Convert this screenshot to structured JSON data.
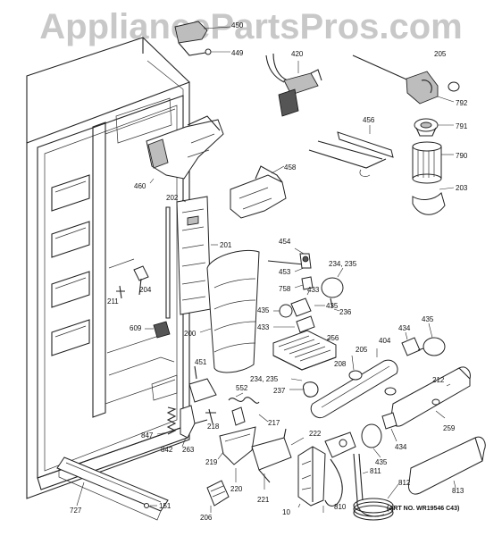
{
  "watermark": "AppliancePartsPros.com",
  "art_number": "(ART NO. WR19546 C43)",
  "labels": {
    "p450": "450",
    "p449": "449",
    "p420": "420",
    "p205a": "205",
    "p792": "792",
    "p791": "791",
    "p790": "790",
    "p203": "203",
    "p456": "456",
    "p458": "458",
    "p460": "460",
    "p202": "202",
    "p201": "201",
    "p454": "454",
    "p453": "453",
    "p758": "758",
    "p234a": "234, 235",
    "p433a": "433",
    "p236": "236",
    "p435a": "435",
    "p435b": "435",
    "p433b": "433",
    "p204": "204",
    "p211": "211",
    "p609": "609",
    "p200": "200",
    "p256": "256",
    "p205b": "205",
    "p404": "404",
    "p434a": "434",
    "p435c": "435",
    "p208": "208",
    "p234b": "234, 235",
    "p237": "237",
    "p212": "212",
    "p451": "451",
    "p552": "552",
    "p218": "218",
    "p217": "217",
    "p847": "847",
    "p842": "842",
    "p263": "263",
    "p219": "219",
    "p220": "220",
    "p222": "222",
    "p259": "259",
    "p434b": "434",
    "p435d": "435",
    "p811": "811",
    "p812": "812",
    "p813": "813",
    "p221": "221",
    "p810": "810",
    "p727": "727",
    "p151": "151",
    "p206": "206",
    "p10": "10"
  }
}
